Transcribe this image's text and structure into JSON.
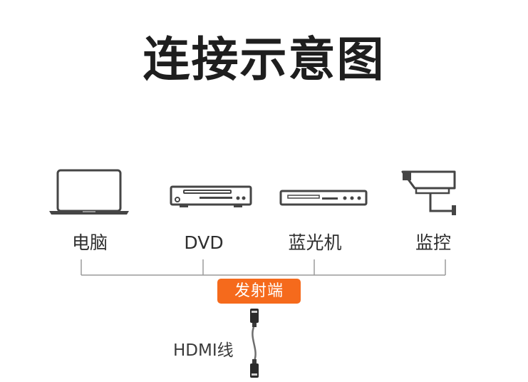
{
  "title": "连接示意图",
  "devices": [
    {
      "label": "电脑",
      "icon": "laptop-icon"
    },
    {
      "label": "DVD",
      "icon": "dvd-player-icon"
    },
    {
      "label": "蓝光机",
      "icon": "bluray-player-icon"
    },
    {
      "label": "监控",
      "icon": "security-camera-icon"
    }
  ],
  "source_label": "发射端",
  "cable_label": "HDMI线",
  "colors": {
    "badge": "#f56a1c",
    "line": "#9a9a9a",
    "text": "#2e2e2e",
    "title": "#1e1e1e"
  }
}
